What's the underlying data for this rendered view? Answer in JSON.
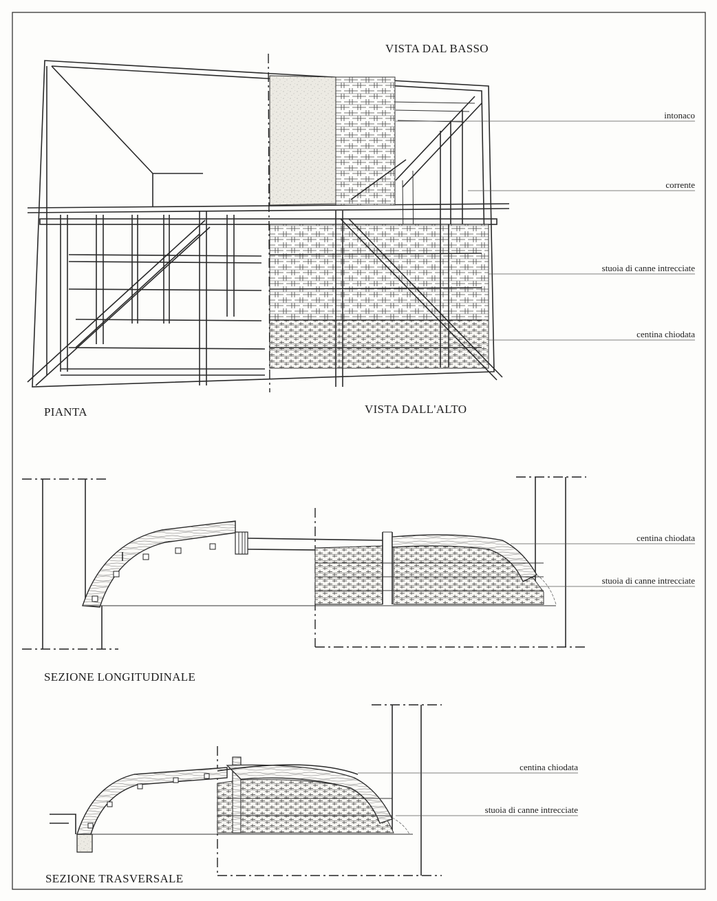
{
  "titles": {
    "top_view_from_below": "VISTA DAL BASSO",
    "plan": "PIANTA",
    "top_view_from_above": "VISTA DALL'ALTO",
    "longitudinal_section": "SEZIONE LONGITUDINALE",
    "transverse_section": "SEZIONE TRASVERSALE"
  },
  "plan_callouts": {
    "plaster": "intonaco",
    "batten": "corrente",
    "woven_reed_mat": "stuoia di canne intrecciate",
    "nailed_rib": "centina chiodata"
  },
  "longitudinal_callouts": {
    "nailed_rib": "centina chiodata",
    "woven_reed_mat": "stuoia di canne intrecciate"
  },
  "transverse_callouts": {
    "nailed_rib": "centina chiodata",
    "woven_reed_mat": "stuoia di canne intrecciate"
  },
  "colors": {
    "ink": "#2a2a2a",
    "paper": "#fdfdfb",
    "plaster_fill": "#e9e6df"
  }
}
